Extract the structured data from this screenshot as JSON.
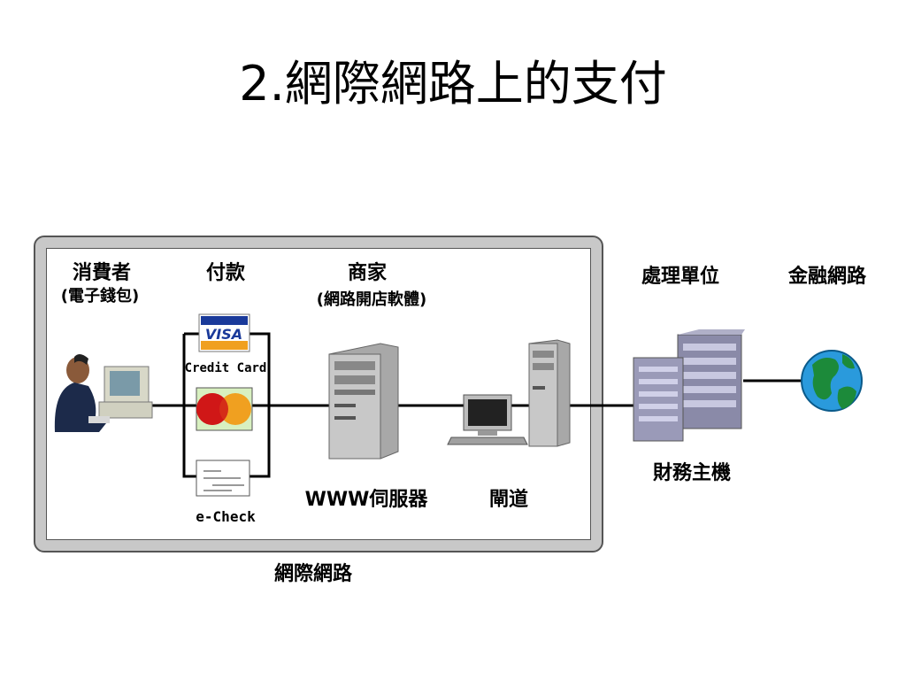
{
  "title": "2.網際網路上的支付",
  "frame_label": "網際網路",
  "consumer": {
    "label": "消費者",
    "sub": "(電子錢包)"
  },
  "payment": {
    "label": "付款",
    "credit_card": "Credit Card",
    "visa": "VISA",
    "echeck": "e-Check"
  },
  "merchant": {
    "label": "商家",
    "sub": "(網路開店軟體)"
  },
  "www_server": "WWW伺服器",
  "gateway": "閘道",
  "processor": {
    "label": "處理單位",
    "host": "財務主機"
  },
  "financial_network": "金融網路",
  "colors": {
    "frame": "#c8c8c8",
    "line": "#000000",
    "server": "#c0c0c0",
    "host": "#8a8aa8",
    "globe": "#1c8a3a"
  }
}
